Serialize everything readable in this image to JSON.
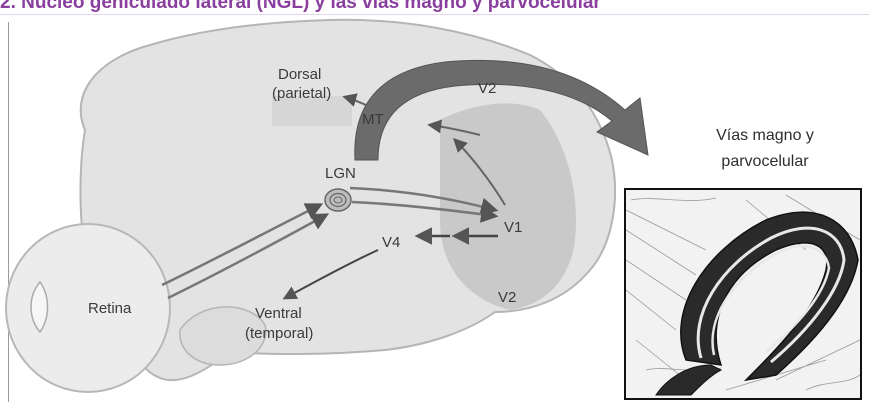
{
  "header": {
    "title": "2. Núcleo geniculado lateral (NGL) y las vías magno y parvocelular"
  },
  "diagram": {
    "labels": {
      "dorsal_line1": "Dorsal",
      "dorsal_line2": "(parietal)",
      "v2_top": "V2",
      "mt": "MT",
      "lgn": "LGN",
      "v1": "V1",
      "v4": "V4",
      "retina": "Retina",
      "ventral_line1": "Ventral",
      "ventral_line2": "(temporal)",
      "v2_bottom": "V2"
    }
  },
  "side_panel": {
    "caption_line1": "Vías magno y",
    "caption_line2": "parvocelular"
  },
  "colors": {
    "title": "#8a3f9e",
    "brain_fill": "#e3e3e3",
    "visual_cortex": "#c9c9c9",
    "big_arrow": "#6b6b6b"
  }
}
